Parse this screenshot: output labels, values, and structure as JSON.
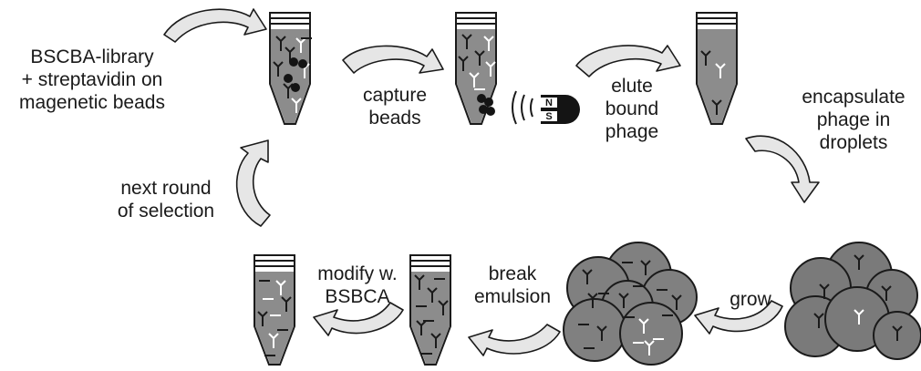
{
  "steps": {
    "input": [
      "BSCBA-library",
      "+ streptavidin on",
      "magenetic beads"
    ],
    "capture": [
      "capture",
      "beads"
    ],
    "elute": [
      "elute",
      "bound",
      "phage"
    ],
    "encapsulate": [
      "encapsulate",
      "phage in",
      "droplets"
    ],
    "grow": [
      "grow"
    ],
    "break": [
      "break",
      "emulsion"
    ],
    "modify": [
      "modify w.",
      "BSBCA"
    ],
    "next": [
      "next round",
      "of selection"
    ]
  },
  "magnet": {
    "north": "N",
    "south": "S"
  },
  "colors": {
    "tube_liquid": "#8c8c8c",
    "droplet_fill": "#808080",
    "droplet_fill_dark": "#606060",
    "arrow_fill": "#e6e6e6",
    "bead": "#141414"
  }
}
